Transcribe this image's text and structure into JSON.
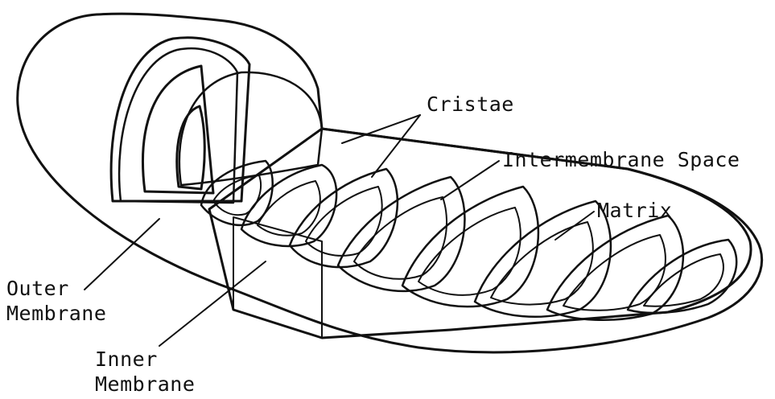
{
  "diagram": {
    "labels": {
      "cristae": "Cristae",
      "intermembrane_space": "Intermembrane Space",
      "matrix": "Matrix",
      "outer_membrane_line1": "Outer",
      "outer_membrane_line2": "Membrane",
      "inner_membrane_line1": "Inner",
      "inner_membrane_line2": "Membrane"
    },
    "colors": {
      "ink": "#111111",
      "background": "#ffffff"
    }
  }
}
